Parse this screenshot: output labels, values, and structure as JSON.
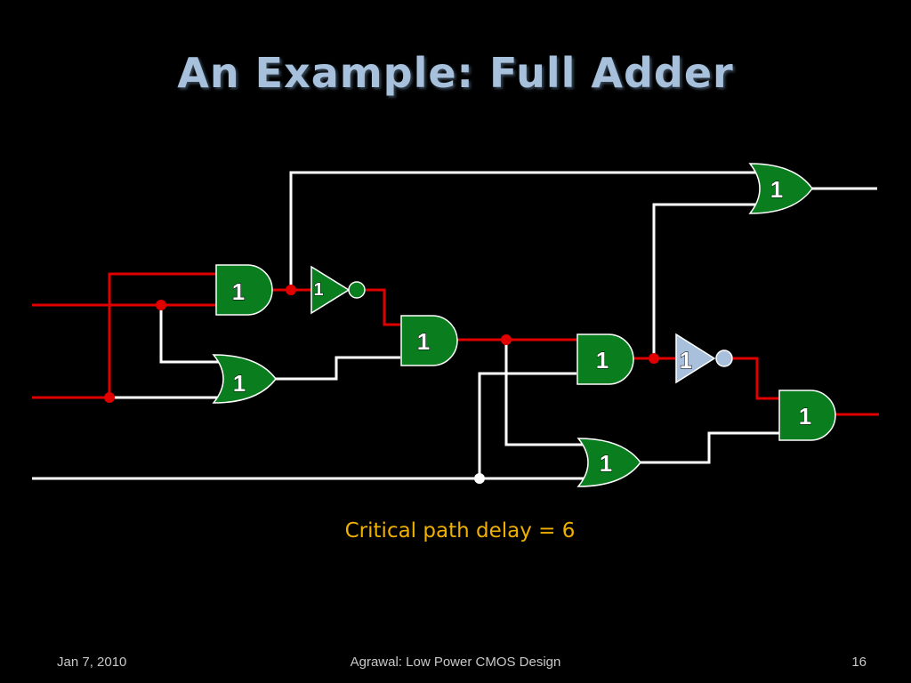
{
  "slide": {
    "title": "An Example: Full Adder",
    "caption": "Critical path delay = 6"
  },
  "footer": {
    "date": "Jan 7, 2010",
    "center": "Agrawal: Low Power CMOS Design",
    "page": "16"
  },
  "colors": {
    "background": "#000000",
    "title": "#a7c0db",
    "critical_wire": "#e00000",
    "normal_wire": "#ffffff",
    "gate_fill": "#0a7d1e",
    "inverter_highlight_fill": "#a8c0dc",
    "caption": "#f0b000"
  },
  "gates": [
    {
      "id": "and1",
      "type": "AND",
      "delay": "1"
    },
    {
      "id": "or1",
      "type": "OR",
      "delay": "1"
    },
    {
      "id": "inv1",
      "type": "NOT",
      "delay": "1"
    },
    {
      "id": "and2",
      "type": "AND",
      "delay": "1"
    },
    {
      "id": "and3",
      "type": "AND",
      "delay": "1"
    },
    {
      "id": "or2",
      "type": "OR",
      "delay": "1"
    },
    {
      "id": "or3",
      "type": "OR",
      "delay": "1"
    },
    {
      "id": "inv2",
      "type": "NOT",
      "delay": "1"
    },
    {
      "id": "and4",
      "type": "AND",
      "delay": "1"
    }
  ]
}
